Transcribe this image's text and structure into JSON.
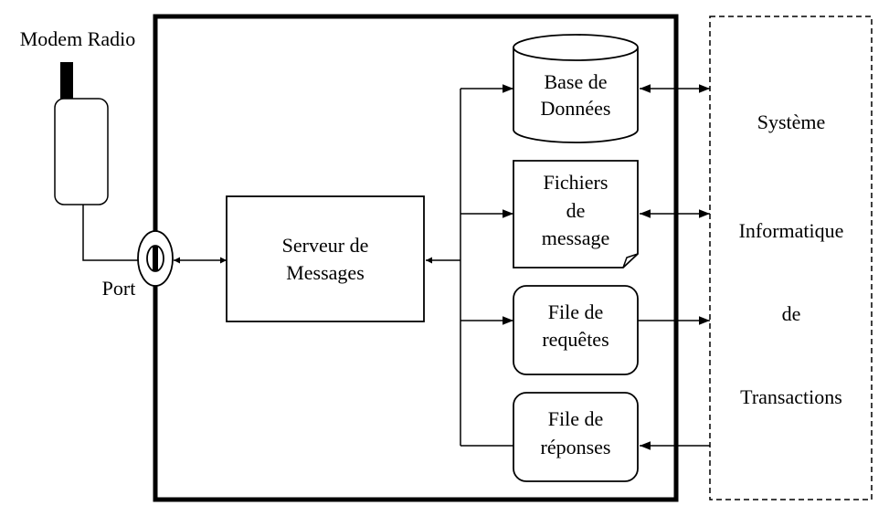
{
  "modem": {
    "label": "Modem Radio"
  },
  "port": {
    "label": "Port"
  },
  "server": {
    "line1": "Serveur de",
    "line2": "Messages"
  },
  "database": {
    "line1": "Base de",
    "line2": "Données"
  },
  "message_files": {
    "line1": "Fichiers",
    "line2": "de",
    "line3": "message"
  },
  "request_queue": {
    "line1": "File de",
    "line2": "requêtes"
  },
  "response_queue": {
    "line1": "File de",
    "line2": "réponses"
  },
  "transaction_system": {
    "line1": "Système",
    "line2": "Informatique",
    "line3": "de",
    "line4": "Transactions"
  },
  "colors": {
    "stroke": "#000000",
    "background": "#ffffff"
  }
}
